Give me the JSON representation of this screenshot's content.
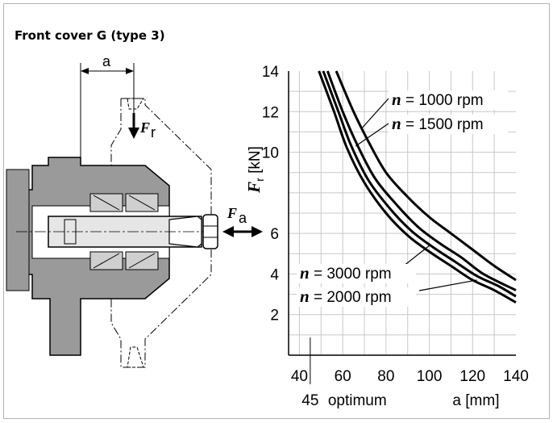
{
  "title": "Front cover G (type 3)",
  "dimension_label": "a",
  "force_radial": {
    "symbol": "F",
    "subscript": "r"
  },
  "force_axial": {
    "symbol": "F",
    "subscript": "a"
  },
  "chart_data": {
    "type": "line",
    "xlim": [
      35,
      140
    ],
    "ylim": [
      0,
      14
    ],
    "xticks": [
      40,
      60,
      80,
      100,
      120,
      140
    ],
    "yticks": [
      2,
      4,
      6,
      10,
      12,
      14
    ],
    "grid": true,
    "xlabel": "a [mm]",
    "ylabel": {
      "symbol": "F",
      "subscript": "r",
      "unit": "[kN]"
    },
    "x_annotation": {
      "value": 45,
      "label": "45",
      "text": "optimum"
    },
    "series": [
      {
        "name_var": "n",
        "name": "= 1000 rpm",
        "points": [
          [
            57,
            14
          ],
          [
            65,
            12
          ],
          [
            72,
            10.5
          ],
          [
            80,
            9
          ],
          [
            90,
            7.8
          ],
          [
            100,
            6.8
          ],
          [
            110,
            6
          ],
          [
            120,
            5.2
          ],
          [
            130,
            4.4
          ],
          [
            140,
            3.7
          ]
        ]
      },
      {
        "name_var": "n",
        "name": "= 1500 rpm",
        "points": [
          [
            53,
            14
          ],
          [
            60,
            12
          ],
          [
            67,
            10.3
          ],
          [
            75,
            8.7
          ],
          [
            85,
            7.4
          ],
          [
            95,
            6.3
          ],
          [
            105,
            5.5
          ],
          [
            115,
            4.8
          ],
          [
            125,
            4
          ],
          [
            140,
            3.2
          ]
        ]
      },
      {
        "name_var": "n",
        "name": "= 2000 rpm",
        "points": [
          [
            49,
            14
          ],
          [
            56,
            12
          ],
          [
            62,
            10.2
          ],
          [
            70,
            8.5
          ],
          [
            80,
            7
          ],
          [
            90,
            5.9
          ],
          [
            100,
            5.1
          ],
          [
            110,
            4.4
          ],
          [
            120,
            3.7
          ],
          [
            130,
            3.2
          ],
          [
            140,
            2.6
          ]
        ]
      },
      {
        "name_var": "n",
        "name": "= 3000 rpm",
        "points": [
          [
            51,
            14
          ],
          [
            58,
            12
          ],
          [
            64,
            10.3
          ],
          [
            72,
            8.6
          ],
          [
            82,
            7.2
          ],
          [
            92,
            6.1
          ],
          [
            102,
            5.3
          ],
          [
            112,
            4.6
          ],
          [
            122,
            3.9
          ],
          [
            132,
            3.4
          ],
          [
            140,
            2.9
          ]
        ]
      }
    ]
  }
}
